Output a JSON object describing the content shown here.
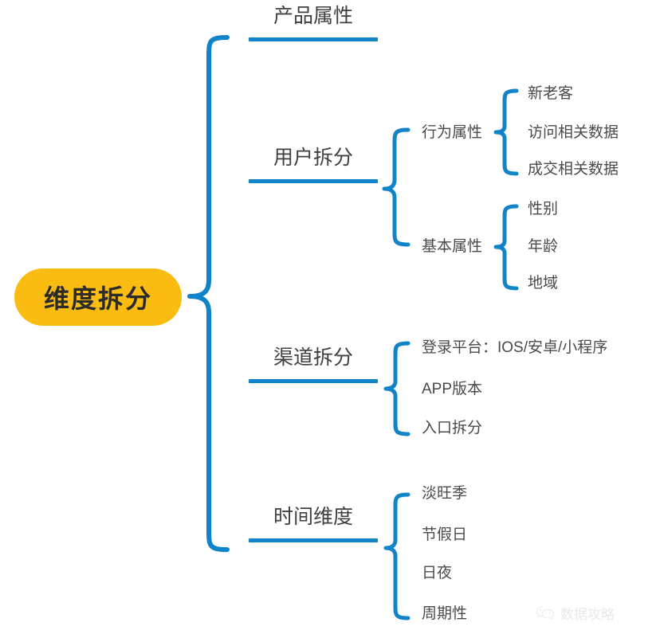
{
  "diagram": {
    "type": "mindmap-brace",
    "root": {
      "label": "维度拆分"
    },
    "colors": {
      "root_fill": "#FABC11",
      "root_text": "#2b2b2b",
      "brace": "#1183C8",
      "rule": "#1183C8",
      "text": "#404040",
      "watermark": "#d2d2d2"
    },
    "branches": [
      {
        "label": "产品属性",
        "children": []
      },
      {
        "label": "用户拆分",
        "children": [
          {
            "label": "行为属性",
            "children": [
              {
                "label": "新老客"
              },
              {
                "label": "访问相关数据"
              },
              {
                "label": "成交相关数据"
              }
            ]
          },
          {
            "label": "基本属性",
            "children": [
              {
                "label": "性别"
              },
              {
                "label": "年龄"
              },
              {
                "label": "地域"
              }
            ]
          }
        ]
      },
      {
        "label": "渠道拆分",
        "children": [
          {
            "label": "登录平台：IOS/安卓/小程序"
          },
          {
            "label": "APP版本"
          },
          {
            "label": "入口拆分"
          }
        ]
      },
      {
        "label": "时间维度",
        "children": [
          {
            "label": "淡旺季"
          },
          {
            "label": "节假日"
          },
          {
            "label": "日夜"
          },
          {
            "label": "周期性"
          }
        ]
      }
    ]
  },
  "watermark": {
    "text": "数据攻略",
    "icon": "wechat-icon"
  }
}
